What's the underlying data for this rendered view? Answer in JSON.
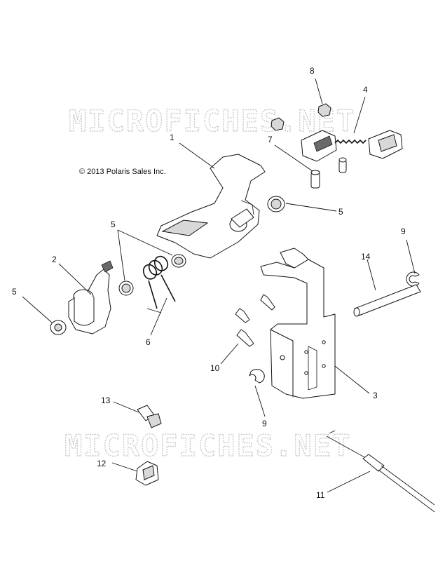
{
  "watermark": "MICROFICHES.NET",
  "copyright": "© 2013 Polaris Sales Inc.",
  "callouts": {
    "c1": "1",
    "c2": "2",
    "c3": "3",
    "c4": "4",
    "c5a": "5",
    "c5b": "5",
    "c5c": "5",
    "c6": "6",
    "c7": "7",
    "c8": "8",
    "c9a": "9",
    "c9b": "9",
    "c10": "10",
    "c11": "11",
    "c12": "12",
    "c13": "13",
    "c14": "14"
  }
}
